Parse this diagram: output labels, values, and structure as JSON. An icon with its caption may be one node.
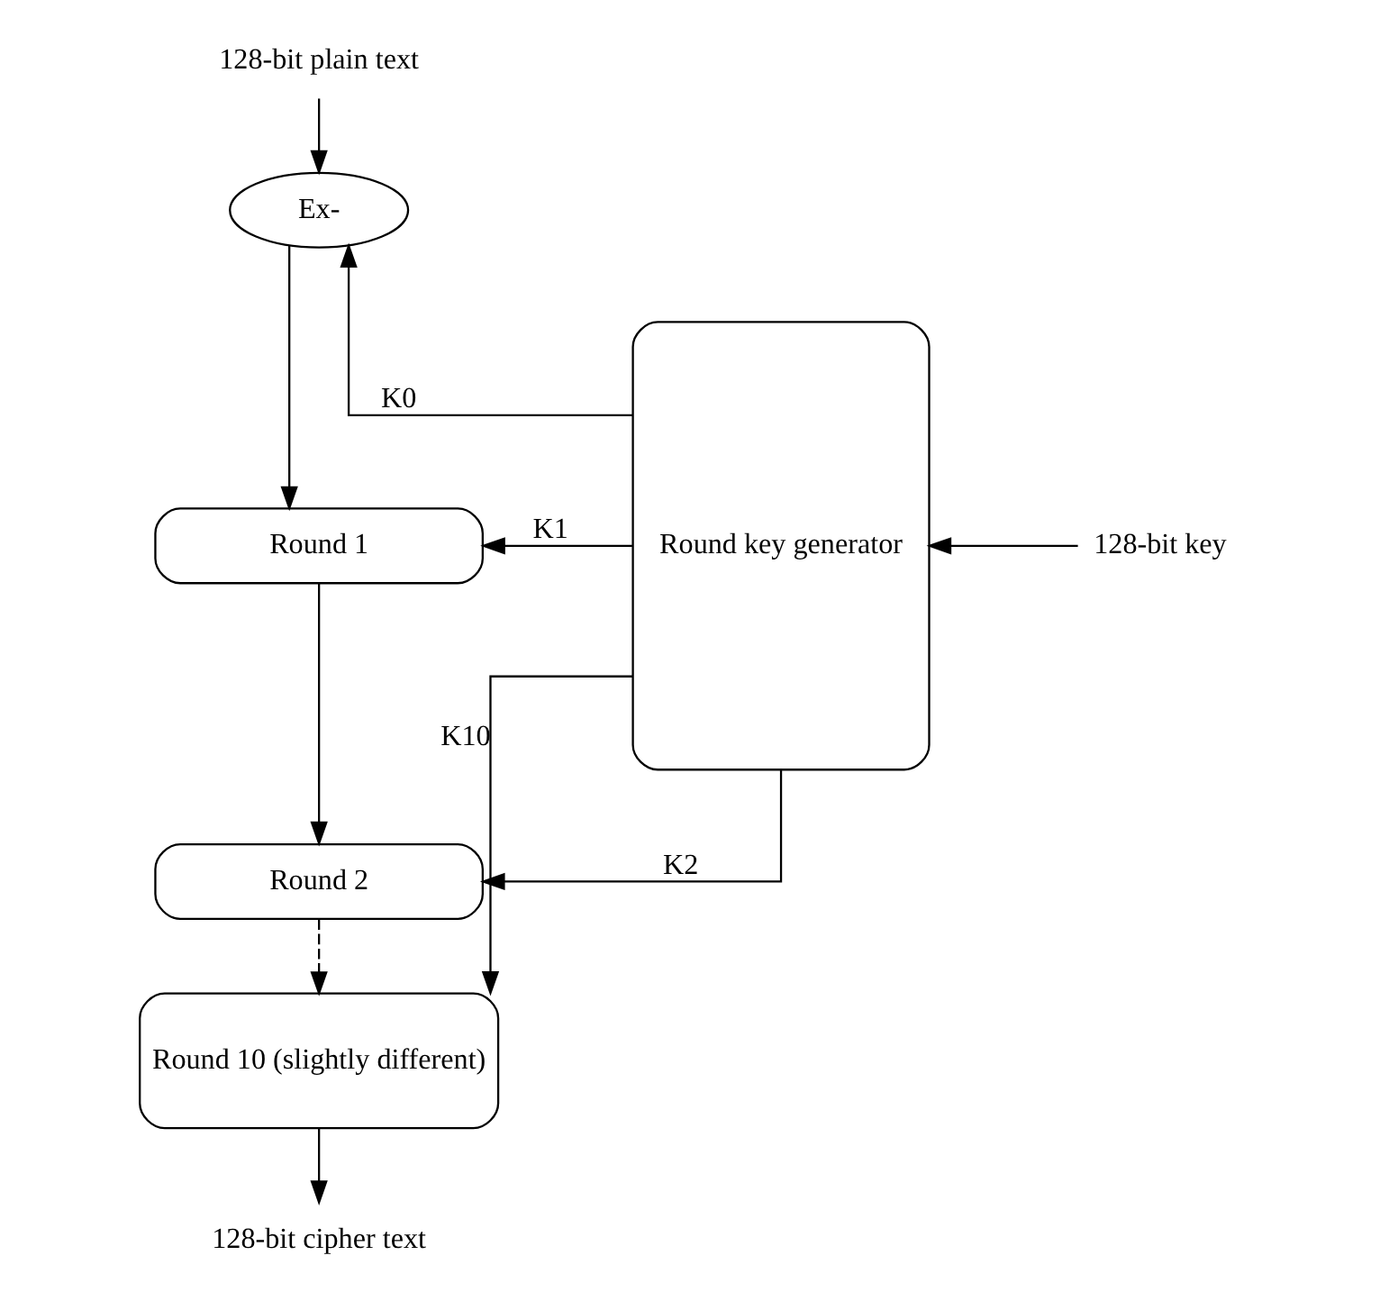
{
  "diagram": {
    "nodes": [
      {
        "text": [
          "128-bit plain text"
        ]
      },
      {
        "text": [
          "Ex-"
        ]
      },
      {
        "text": [
          "Round 1"
        ]
      },
      {
        "text": [
          "Round 2"
        ]
      },
      {
        "text": [
          "Round 10 (slightly different)"
        ]
      },
      {
        "text": [
          "Round key generator"
        ]
      },
      {
        "text": [
          "128-bit key"
        ]
      },
      {
        "text": [
          "128-bit cipher text"
        ]
      }
    ],
    "edges": [
      {
        "from": 0,
        "to": 1,
        "arrow": "to"
      },
      {
        "from": 1,
        "to": 2,
        "arrow": "to"
      },
      {
        "from": 2,
        "to": 3,
        "arrow": "to"
      },
      {
        "from": 3,
        "to": 4,
        "arrow": "to",
        "style": "dashed"
      },
      {
        "from": 4,
        "to": 7,
        "arrow": "to"
      },
      {
        "from": 5,
        "to": 1,
        "arrow": "to",
        "label": "K0"
      },
      {
        "from": 5,
        "to": 2,
        "arrow": "to",
        "label": "K1"
      },
      {
        "from": 5,
        "to": 3,
        "arrow": "to",
        "label": "K2"
      },
      {
        "from": 5,
        "to": 4,
        "arrow": "to",
        "label": "K10"
      },
      {
        "from": 6,
        "to": 5,
        "arrow": "to"
      }
    ]
  }
}
